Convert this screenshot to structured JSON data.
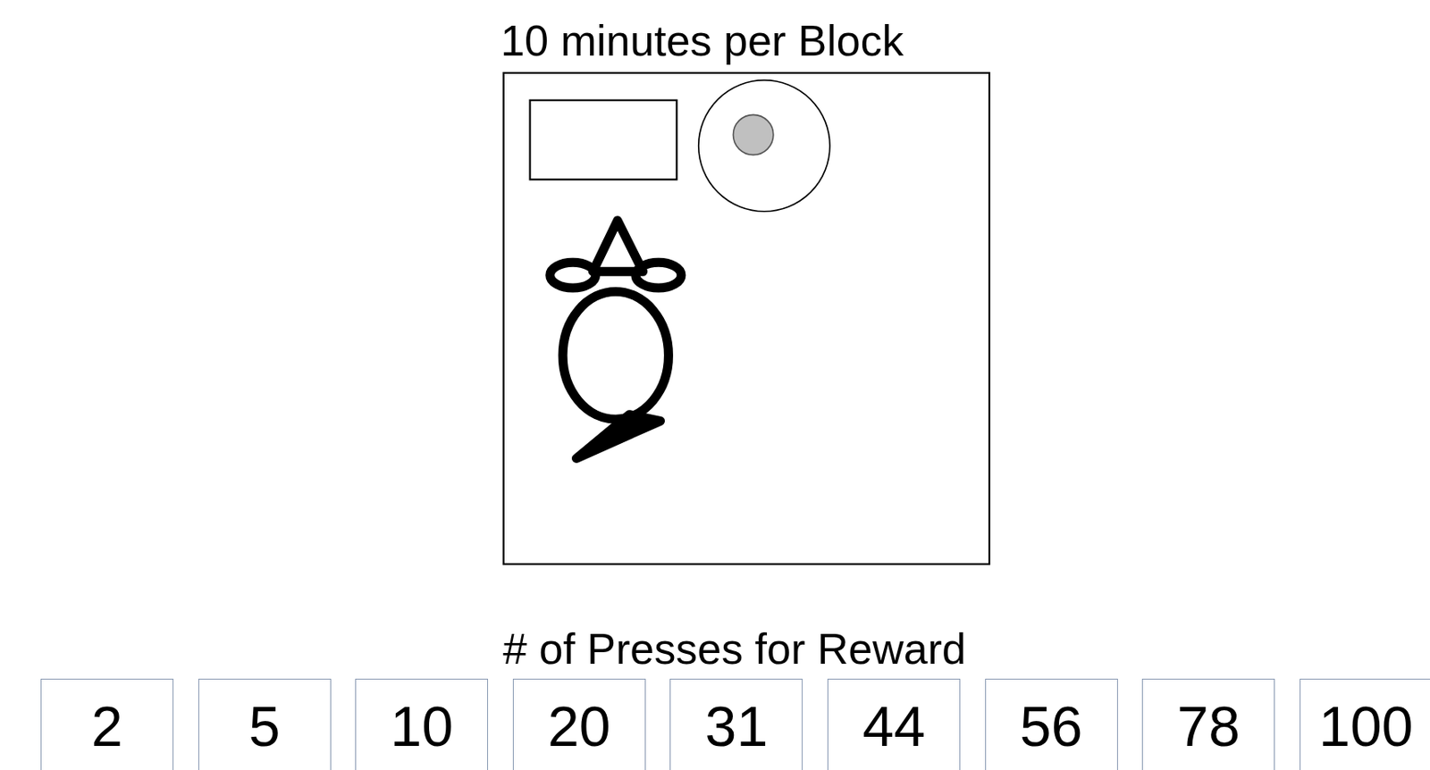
{
  "diagram": {
    "title": "10 minutes per Block",
    "nodes": [
      {
        "text": [
          "2"
        ]
      },
      {
        "text": [
          "5"
        ]
      },
      {
        "text": [
          "10"
        ]
      },
      {
        "text": [
          "20"
        ]
      },
      {
        "text": [
          "31"
        ]
      },
      {
        "text": [
          "44"
        ]
      },
      {
        "text": [
          "56"
        ]
      },
      {
        "text": [
          "78"
        ]
      },
      {
        "text": [
          "100"
        ]
      }
    ],
    "labels": [
      "# of Presses for Reward"
    ]
  }
}
